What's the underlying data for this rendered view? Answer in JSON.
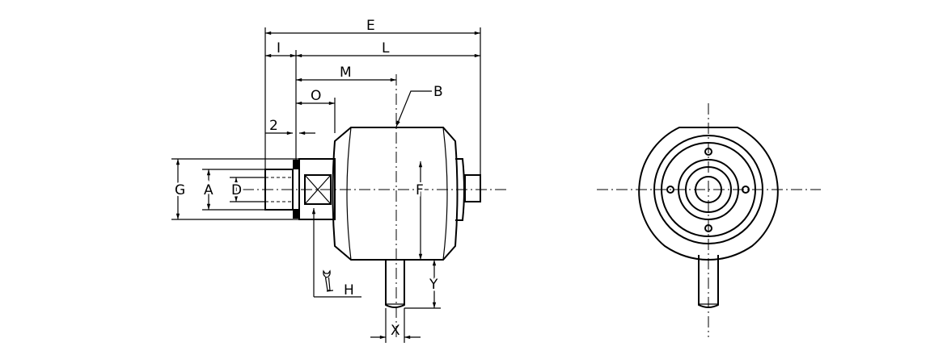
{
  "drawing": {
    "side_view_labels": {
      "E": "E",
      "I": "I",
      "L": "L",
      "M": "M",
      "B": "B",
      "O": "O",
      "two": "2",
      "G": "G",
      "A": "A",
      "D": "D",
      "F": "F",
      "H": "H",
      "Y": "Y",
      "X": "X"
    },
    "icons": [
      "wrench-icon"
    ],
    "line_color": "#000000",
    "background": "#ffffff"
  }
}
